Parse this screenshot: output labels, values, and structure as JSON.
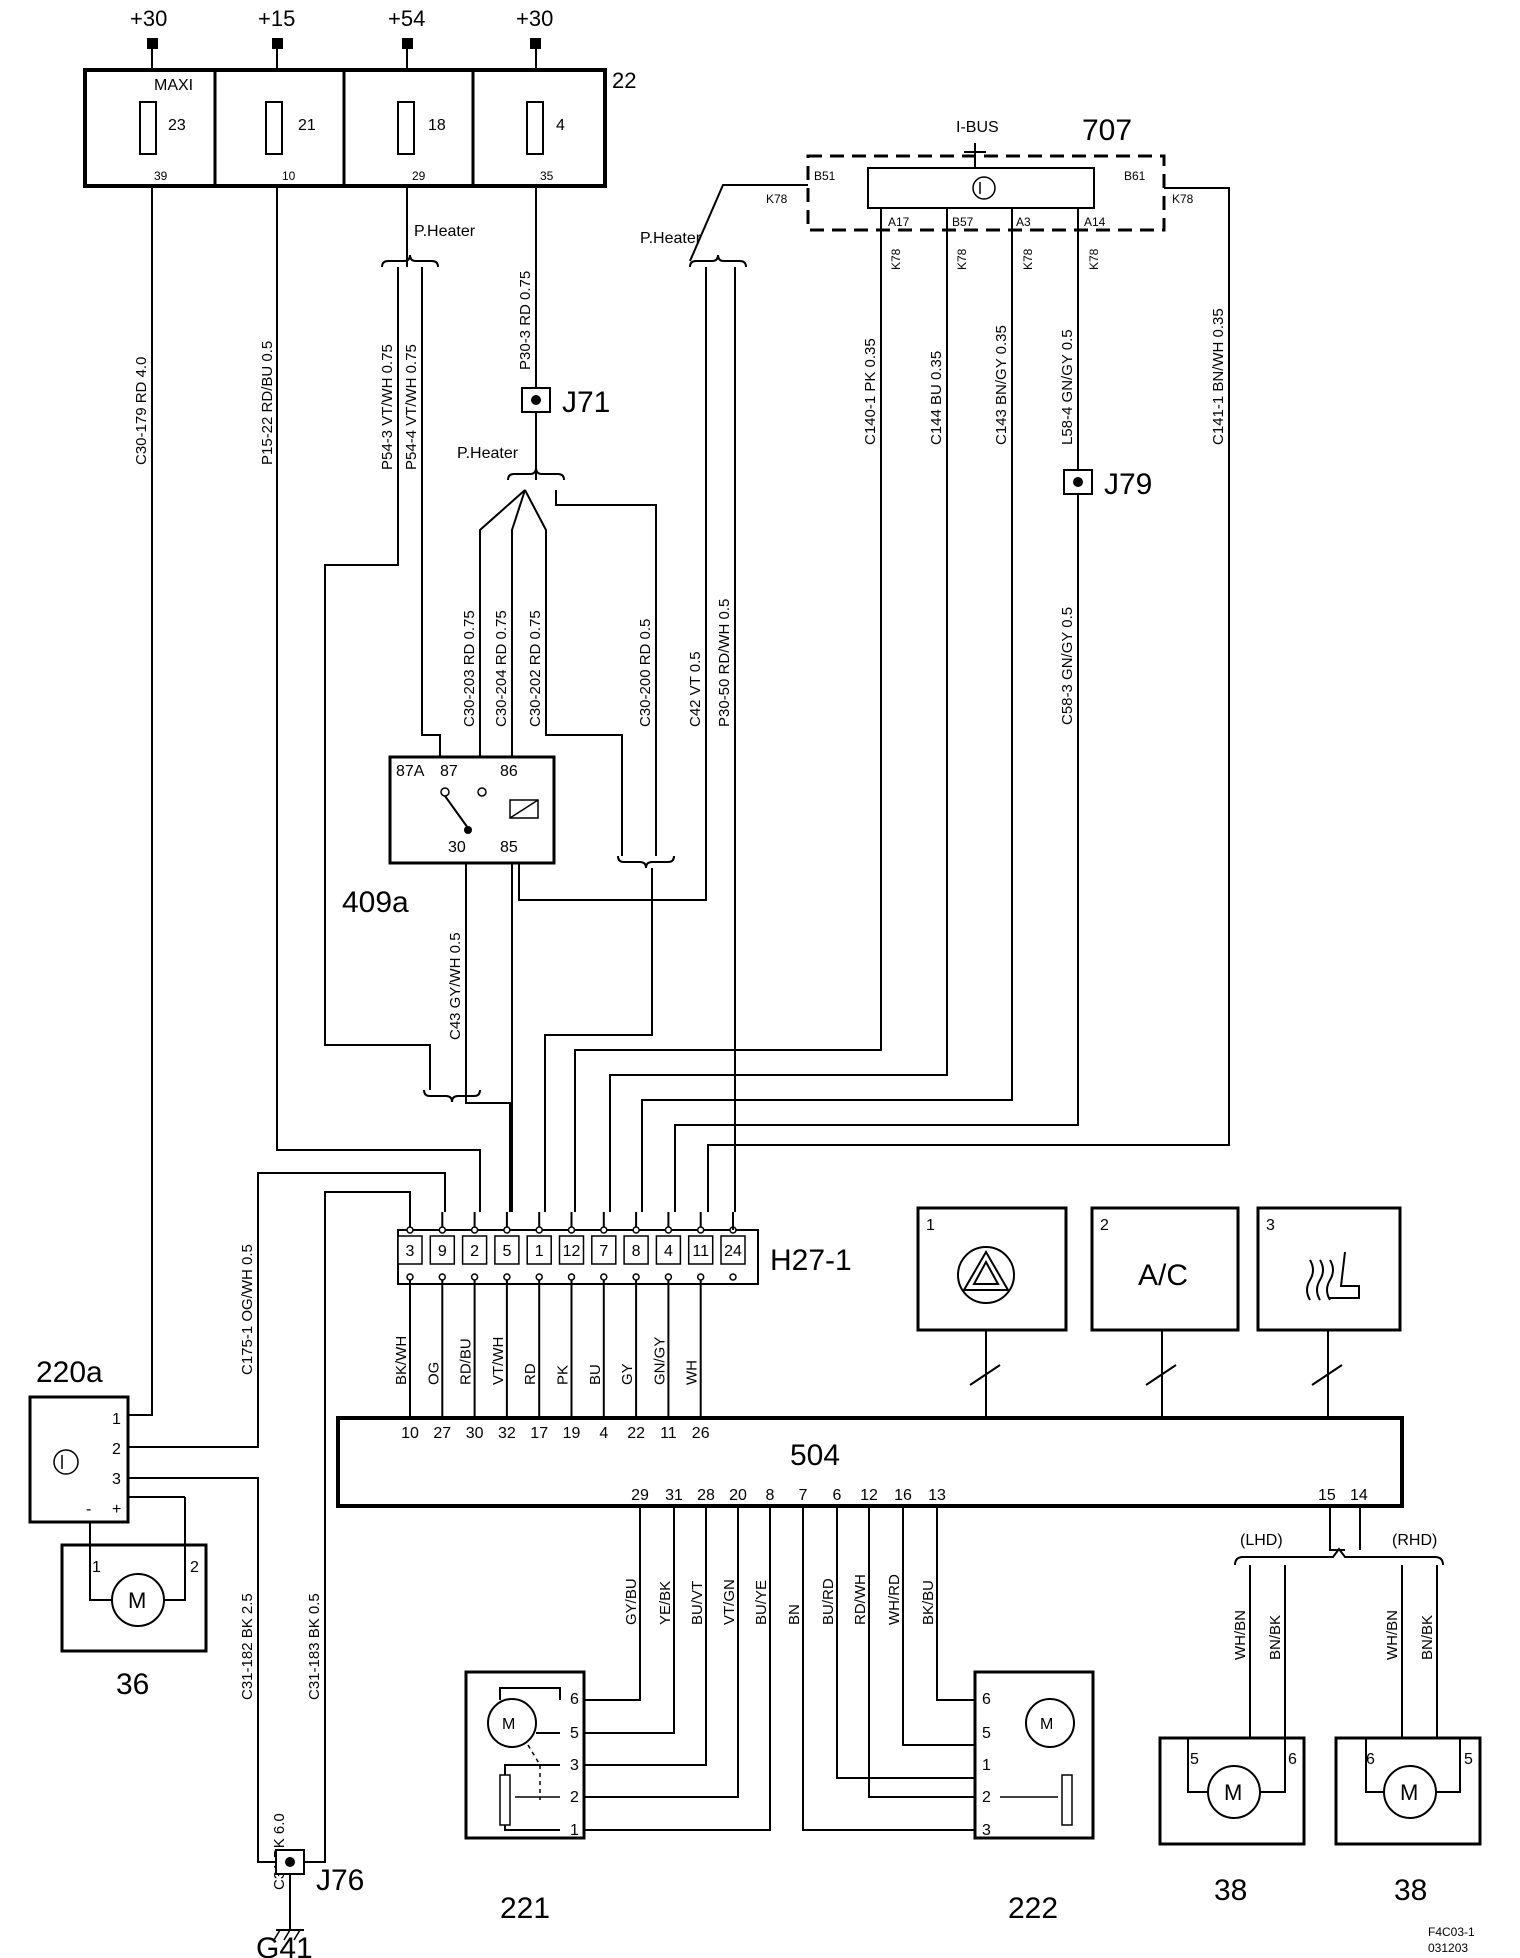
{
  "supply": {
    "plus30a": "+30",
    "plus15": "+15",
    "plus54": "+54",
    "plus30b": "+30"
  },
  "fusebox": {
    "id": "22",
    "maxi": "MAXI",
    "fuses": [
      {
        "num": "23",
        "pin": "39"
      },
      {
        "num": "21",
        "pin": "10"
      },
      {
        "num": "18",
        "pin": "29"
      },
      {
        "num": "4",
        "pin": "35"
      }
    ]
  },
  "ibus": {
    "id": "707",
    "bus_label": "I-BUS",
    "pins": {
      "b51": "B51",
      "b61": "B61",
      "a17": "A17",
      "b57": "B57",
      "a3": "A3",
      "a14": "A14"
    },
    "conn": "K78"
  },
  "pheater": "P.Heater",
  "junctions": {
    "j71": "J71",
    "j79": "J79",
    "j76": "J76"
  },
  "wires": {
    "c30_179": "C30-179  RD  4.0",
    "p15_22": "P15-22  RD/BU  0.5",
    "p54_3": "P54-3  VT/WH  0.75",
    "p54_4": "P54-4  VT/WH  0.75",
    "p30_3": "P30-3  RD  0.75",
    "c30_203": "C30-203  RD  0.75",
    "c30_204": "C30-204  RD  0.75",
    "c30_202": "C30-202  RD  0.75",
    "c30_200": "C30-200  RD  0.5",
    "c42": "C42  VT  0.5",
    "p30_50": "P30-50  RD/WH  0.5",
    "c140_1": "C140-1  PK  0.35",
    "c144": "C144  BU  0.35",
    "c143": "C143  BN/GY  0.35",
    "l58_4": "L58-4  GN/GY  0.5",
    "c141_1": "C141-1  BN/WH  0.35",
    "c58_3": "C58-3  GN/GY  0.5",
    "c43": "C43  GY/WH  0.5",
    "c175_1": "C175-1  OG/WH  0.5",
    "c31_182": "C31-182  BK  2.5",
    "c31_183": "C31-183  BK  0.5",
    "c31": "C31  BK  6.0"
  },
  "relay": {
    "id": "409a",
    "pins": [
      "87A",
      "87",
      "86",
      "30",
      "85"
    ]
  },
  "connector": {
    "id": "H27-1",
    "pins": [
      "3",
      "9",
      "2",
      "5",
      "1",
      "12",
      "7",
      "8",
      "4",
      "11",
      "24"
    ],
    "colors": [
      "BK/WH",
      "OG",
      "RD/BU",
      "VT/WH",
      "RD",
      "PK",
      "BU",
      "GY",
      "GN/GY",
      "WH"
    ],
    "ecu_pins": [
      "10",
      "27",
      "30",
      "32",
      "17",
      "19",
      "4",
      "22",
      "11",
      "26"
    ]
  },
  "ecu": {
    "id": "504",
    "bottom_pins": [
      "29",
      "31",
      "28",
      "20",
      "8",
      "7",
      "6",
      "12",
      "16",
      "13"
    ],
    "bottom_colors": [
      "GY/BU",
      "YE/BK",
      "BU/VT",
      "VT/GN",
      "BU/YE",
      "BN",
      "BU/RD",
      "RD/WH",
      "WH/RD",
      "BK/BU"
    ],
    "right_pins": [
      "15",
      "14"
    ]
  },
  "switches": [
    {
      "num": "1",
      "icon": "hazard-triangle-icon"
    },
    {
      "num": "2",
      "label": "A/C"
    },
    {
      "num": "3",
      "icon": "seat-heater-icon"
    }
  ],
  "motor_module": {
    "id": "220a",
    "pins": [
      "1",
      "2",
      "3",
      "-",
      "+"
    ]
  },
  "motor36": {
    "id": "36",
    "letter": "M",
    "pins": [
      "1",
      "2"
    ]
  },
  "actuator221": {
    "id": "221",
    "pins": [
      "6",
      "5",
      "3",
      "2",
      "1"
    ]
  },
  "actuator222": {
    "id": "222",
    "pins": [
      "6",
      "5",
      "1",
      "2",
      "3"
    ]
  },
  "lhd_rhd": {
    "lhd": "(LHD)",
    "rhd": "(RHD)",
    "wire1": "WH/BN",
    "wire2": "BN/BK"
  },
  "motor38a": {
    "id": "38",
    "pins": [
      "5",
      "6"
    ]
  },
  "motor38b": {
    "id": "38",
    "pins": [
      "6",
      "5"
    ]
  },
  "ground": {
    "id": "G41"
  },
  "footer": {
    "code": "F4C03-1",
    "date": "031203"
  }
}
